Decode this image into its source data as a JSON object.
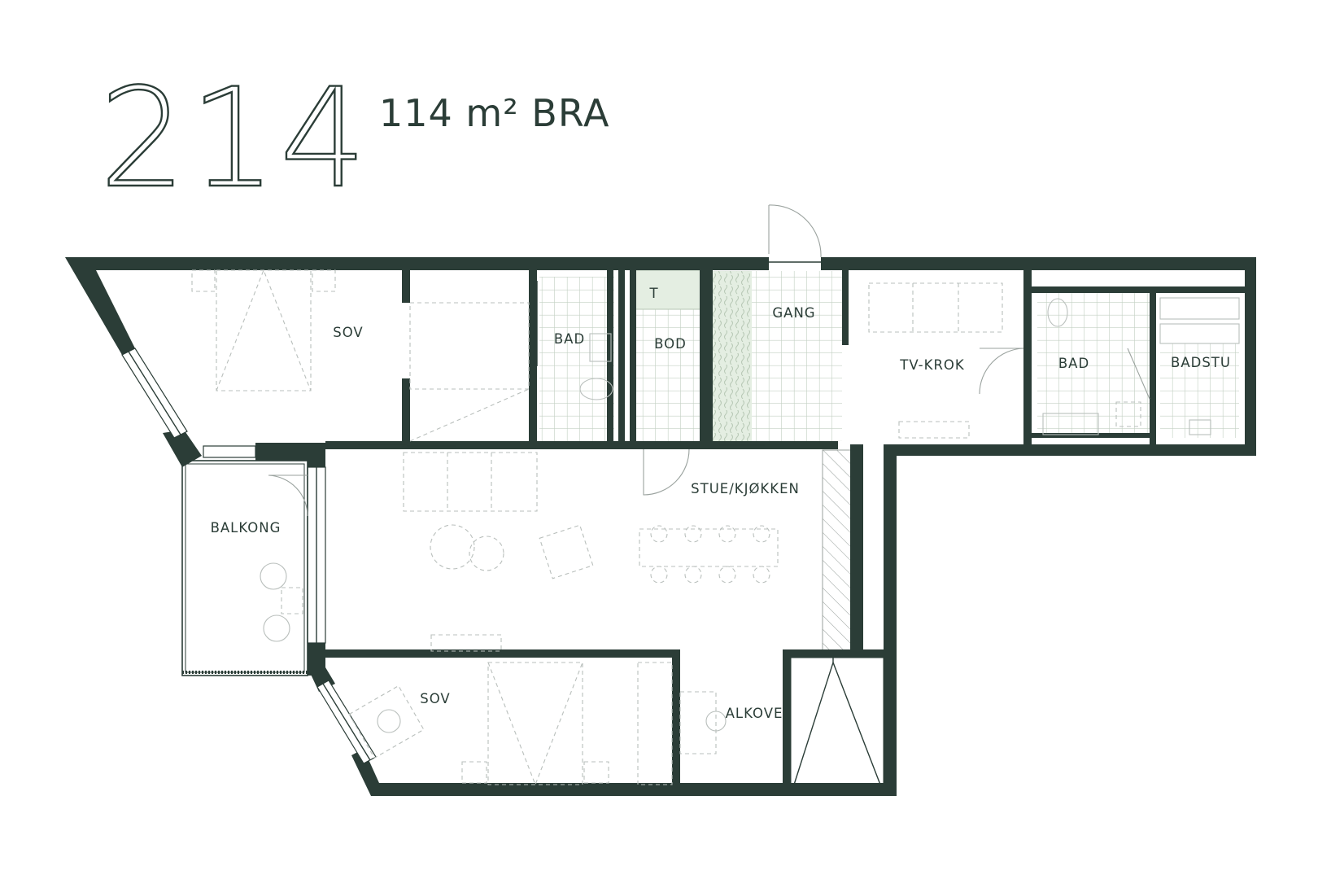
{
  "header": {
    "unit_number": "214",
    "area": "114 m² BRA"
  },
  "rooms": {
    "sov_1": "SOV",
    "bad_1": "BAD",
    "bod": "BOD",
    "bod_t": "T",
    "gang": "GANG",
    "tv_krok": "TV-KROK",
    "bad_2": "BAD",
    "badstu": "BADSTU",
    "balkong": "BALKONG",
    "stue_kjokken": "STUE/KJØKKEN",
    "sov_2": "SOV",
    "alkove": "ALKOVE"
  },
  "colors": {
    "wall": "#2b3d37",
    "tile_lines": "#c3d0c3",
    "storage_fill": "#e4eee2",
    "furniture": "#b9bfbc"
  }
}
